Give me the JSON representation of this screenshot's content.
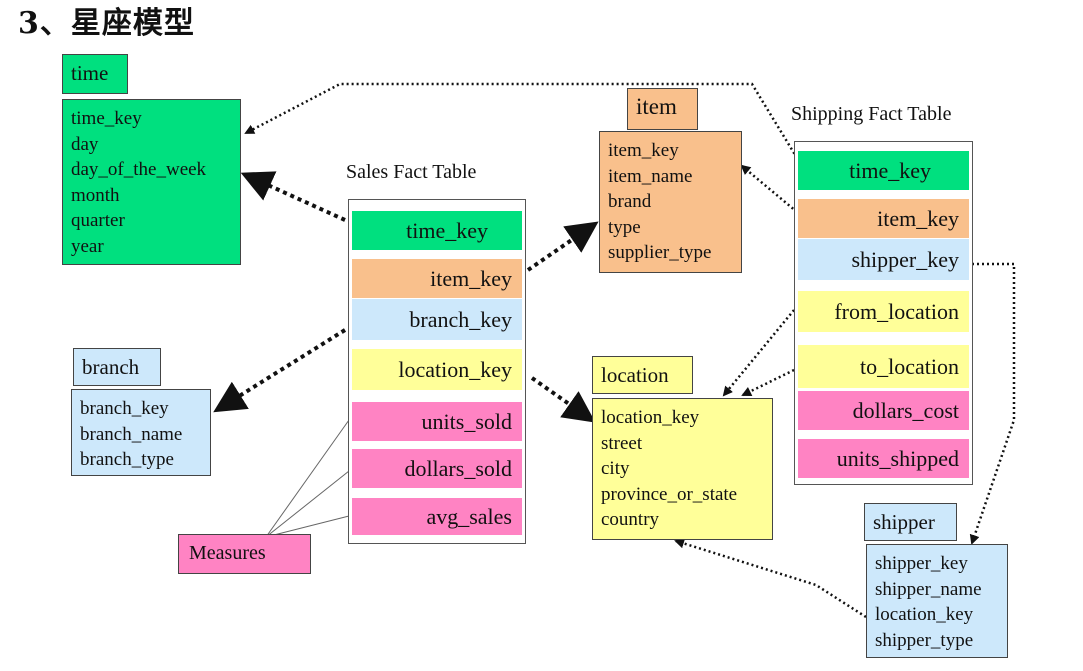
{
  "title": "3、星座模型",
  "colors": {
    "dimension_time": "#00e07f",
    "key_item": "#f9c08c",
    "key_branch_shipper": "#cde8fb",
    "key_location": "#ffff99",
    "measure": "#ff83c3"
  },
  "time": {
    "name": "time",
    "attributes": [
      "time_key",
      "day",
      "day_of_the_week",
      "month",
      "quarter",
      "year"
    ]
  },
  "item": {
    "name": "item",
    "attributes": [
      "item_key",
      "item_name",
      "brand",
      "type",
      "supplier_type"
    ]
  },
  "branch": {
    "name": "branch",
    "attributes": [
      "branch_key",
      "branch_name",
      "branch_type"
    ]
  },
  "location": {
    "name": "location",
    "attributes": [
      "location_key",
      "street",
      "city",
      "province_or_state",
      "country"
    ]
  },
  "shipper": {
    "name": "shipper",
    "attributes": [
      "shipper_key",
      "shipper_name",
      "location_key",
      "shipper_type"
    ]
  },
  "sales_fact": {
    "label": "Sales Fact Table",
    "keys": [
      "time_key",
      "item_key",
      "branch_key",
      "location_key"
    ],
    "measures": [
      "units_sold",
      "dollars_sold",
      "avg_sales"
    ]
  },
  "shipping_fact": {
    "label": "Shipping Fact Table",
    "keys": [
      "time_key",
      "item_key",
      "shipper_key",
      "from_location",
      "to_location"
    ],
    "measures": [
      "dollars_cost",
      "units_shipped"
    ]
  },
  "measures_label": "Measures"
}
